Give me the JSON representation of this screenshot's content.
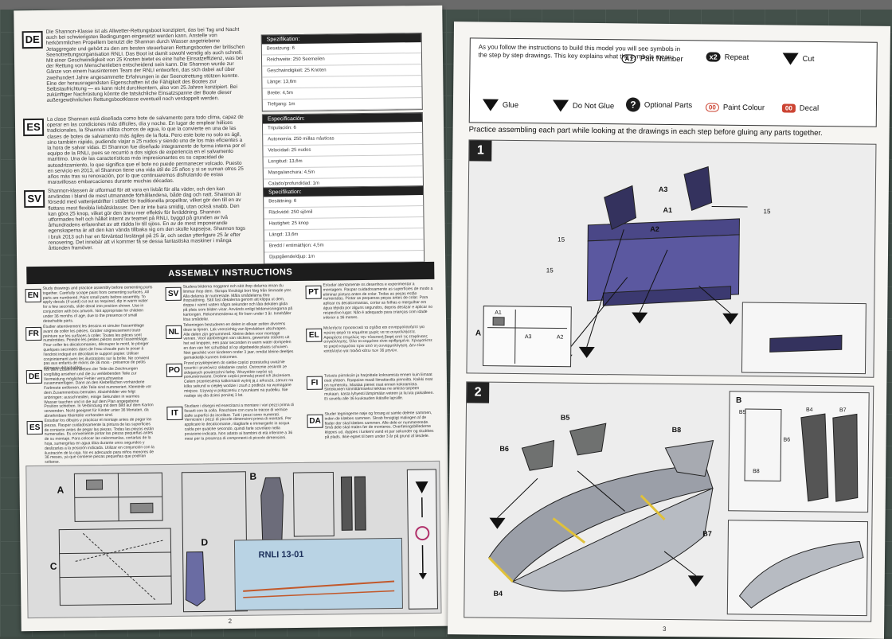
{
  "left_page": {
    "lang_blocks": [
      {
        "code": "DE",
        "text": "Die Shannon-Klasse ist als Allwetter-Rettungsboot konzipiert, das bei Tag und Nacht auch bei schwierigsten Bedingungen eingesetzt werden kann. Anstelle von herkömmlichen Propellern benutzt die Shannon durch Wasser angetriebene Jetaggregate und gehört zu den am besten steuerbaren Rettungsbooten der britischen Seenotrettungsorganisation RNLI. Das Boot ist damit sowohl wendig als auch schnell. Mit einer Geschwindigkeit von 25 Knoten bietet es eine hohe Einsatzeffizienz, was bei der Rettung von Menschenleben entscheidend sein kann. Die Shannon wurde zur Gänze von einem hausinternen Team der RNLI entworfen, das sich dabei auf über zweihundert Jahre angesammelte Erfahrungen in der Seenotrettung stützen konnte. Eine der herausragendsten Eigenschaften ist die Fähigkeit des Bootes zur Selbstaufrichtung — es kann nicht durchkentern, also von 25.Jahren konzipiert. Bei zukünftiger Nachrüstung könnte die tatsächliche Einsatzspanne der Boote dieser außergewöhnlichen Rettungsbootklasse eventuell noch verdoppelt werden."
      },
      {
        "code": "ES",
        "text": "La clase Shannon está diseñada como bote de salvamento para todo clima, capaz de operar en las condiciones más difíciles, día y noche. En lugar de emplear hélices tradicionales, la Shannon utiliza chorros de agua, lo que la convierte en una de las clases de botes de salvamento más ágiles de la flota. Pero este bote no solo es ágil, sino también rápido, pudiendo viajar a 25 nudos y siendo uno de los más eficientes a la hora de salvar vidas. El Shannon fue diseñado íntegramente de forma interna por el equipo de la RNLI, pues se recurrió a dos siglos de experiencia en el salvamento marítimo. Una de las características más impresionantes es su capacidad de autoadrizamiento, lo que significa que el bote no puede permanecer volcado. Puesto en servicio en 2013, el Shannon tiene una vida útil de 25 años y si se suman otros 25 años más tras su renovación, por lo que continuaremos disfrutando de estas maravillosas embarcaciones durante muchas décadas."
      },
      {
        "code": "SV",
        "text": "Shannon-klassen är utformad för att vara en livbåt för alla väder, och den kan användas i bland de mest utmanande förhållandena, både dag och natt. Shannon är försedd med vattenjetdrifter i stället för traditionella propellrar, vilket gör den till en av flottans mest flexibla livbåtsklasser. Den är inte bara smidig, utan också snabb. Den kan göra 25 knop, vilket gör den ännu mer effektiv för livräddning. Shannon utformades helt och hållet internt av teamet på RNLI, byggd på grunden av två århundradens erfarenhet av att rädda liv till sjöss. En av de mest imponerande egenskaperna är att den kan vända tillbaka sig om den skulle kapsejsa. Shannon togs i bruk 2013 och har en förväntad livslängd på 25 år, och sedan ytterligare 25 år efter renovering. Det innebär att vi kommer få se dessa fantastiska maskiner i många årtionden framöver."
      }
    ],
    "specs": [
      {
        "head": "Spezifikation:",
        "rows": [
          "Besatzung: 6",
          "Reichweite: 250 Seemeilen",
          "Geschwindigkeit: 25 Knoten",
          "Länge: 13,6m",
          "Breite: 4,5m",
          "Tiefgang: 1m"
        ]
      },
      {
        "head": "Especificación:",
        "rows": [
          "Tripulación: 6",
          "Autonomía: 250 millas náuticas",
          "Velocidad: 25 nudos",
          "Longitud: 13,6m",
          "Manga/anchura: 4,5m",
          "Calado/profundidad: 1m"
        ]
      },
      {
        "head": "Specifikation:",
        "rows": [
          "Besättning: 6",
          "Räckvidd: 250 sjömil",
          "Hastighet: 25 knop",
          "Längd: 13,6m",
          "Bredd / entimäthjon: 4,5m",
          "Djupgående/djup: 1m"
        ]
      }
    ],
    "assembly_title": "ASSEMBLY INSTRUCTIONS",
    "instructions": [
      {
        "code": "EN",
        "text": "Study drawings and practice assembly before cementing parts together. Carefully scrape paint from cementing surfaces. All parts are numbered. Paint small parts before assembly. To apply decals (if used) cut out as required, dip in warm water for a few seconds, slide decal into position shown. Use in conjunction with box artwork. Not appropriate for children under 36 months of age, due to the presence of small detachable parts."
      },
      {
        "code": "FR",
        "text": "Étudier attentivement les dessins et simuler l'assemblage avant de coller les pièces. Gratter soigneusement toute peinture sur les surfaces à coller. Toutes les pièces sont numérotées. Peindre les petites pièces avant l'assemblage. Pour coller les décalcomanies, découper le motif, le plonger quelques secondes dans de l'eau chaude puis le poser à l'endroit indiqué en décollant le support papier. Utiliser conjointement avec les illustrations sur la boîte. Ne convient pas aux enfants de moins de 36 mois - présence de petits éléments détachables."
      },
      {
        "code": "DE",
        "text": "Vor dem Zusammenkleben der Teile die Zeichnungen sorgfältig ansehen und die zu verklebenden Teile zur Vermeidung möglicher Fehler versuchsweise zusammenfügen. Dann an den Klebeflächen vorhandene Farbreste entfernen. Alle Teile sind nummeriert. Kleinteile vor dem Zusammenbau bemalen. Abziehbilder wie folgt anbringen: ausschneiden, einige Sekunden in warmes Wasser tauchen und in die auf dem Plan angegebene Position schieben. In Verbindung mit dem Bild auf dem Karton verwenden. Nicht geeignet für Kinder unter 36 Monaten, da abnehmbare Kleinteile vorhanden sind."
      },
      {
        "code": "ES",
        "text": "Estudiar los dibujos y practicar el montaje antes de pegar las piezas. Raspar cuidadosamente la pintura de las superficies de contacto antes de pegar las piezas. Todas las piezas están numeradas. Es conveniente pintar las piezas pequeñas antes de su montaje. Para colocar las calcomanías, cortarlas de la hoja, sumergirlas en agua tibia durante unos segundos y deslizarlas a la posición indicada. Utilizar en conjunción con la ilustración de la caja. No es adecuado para niños menores de 36 meses, ya que contiene piezas pequeñas que podrían soltarse."
      },
      {
        "code": "SV",
        "text": "Studera bilderna noggrant och sätt ihop delarna innan du limmar ihop dem. Skrapa försiktigt bort färg från limmade ytor. Alla delarna är numrerade. Måla smådelarna före ihopsättning. Sätt fast dekalerna genom att klippa ut dem, doppa i varmt vatten några sekunder och låta dekalen glida på plats som bilden visar. Används enligt bildanvisningarna på kartongen. Rekommenderas ej för barn under 3 år. Innehåller lösa smådelar."
      },
      {
        "code": "NL",
        "text": "Tekeningen bestuderen en delen in elkaar zetten alvorens deze te lijmen. Lak voorzichtig van lijmvlakken afschrapen. Alle delen zijn genummerd. Kleine delen voor montage verven. Voor aanbrengen van stickers, gewenste stickers uit het vel knippen, een paar seconden in warm water dompelen en dan van het schutblad af op afgebeelde plaats schuiven. Niet geschikt voor kinderen onder 3 jaar, omdat kleine deeltjes gemakkelijk kunnen loskomen."
      },
      {
        "code": "PO",
        "text": "Przed przyklejeniem do siebie części przestudiuj uważnie rysunki i przećwicz składanie części. Ostrożnie zeskrob ze sklejanych powierzchni farbę. Wszystkie części są ponumerowane. Drobne części pomaluj przed ich złożeniem. Celem przeniesienia kalkomanii wytnij ją z arkusza, zanurz na kilka sekund w ciepłej wodzie i zsuń z podłoża na wymagane miejsce. Używaj w połączeniu z rysunkami na pudełku. Nie nadaje się dla dzieci poniżej 3 lat."
      },
      {
        "code": "IT",
        "text": "Studiare i disegni ed esercitarsi a montare i vari pezzi prima di fissarli con la colla. Raschiare con cura le tracce di vernice dalle superfici da incollare. Tutti i pezzi sono numerati. Verniciare i pezzi di piccole dimensioni prima di montarli. Per applicare le decalcomanie, ritagliarle e immergerle in acqua calda per qualche secondo, quindi farle scivolare nella posizione indicata. Non adatto ai bambini di età inferiore a 36 mesi per la presenza di componenti di piccole dimensioni."
      },
      {
        "code": "PT",
        "text": "Estudar atentamente os desenhos e experimentar a montagem. Raspar cuidadosamente as superfícies de modo a eliminar pintura antes de colar. Todas as peças estão numeradas. Pintar as pequenas peças antes de colar. Para aplicar os decalcomanias, cortar as folhas e mergulhar em água tépida por alguns segundos, depois deslizar e aplicar no respectivo lugar. Não é adequado para crianças com idade inferior a 36 meses."
      },
      {
        "code": "EL",
        "text": "Μελετήστε προσεκτικά τα σχέδια και συναρμολογήστε για πρώτη φορά τα κομμάτια χωρίς να τα συγκολλήσετε. Αφαιρέστε επιμελώς την πλαστική βαφή από τις επιφάνειες συγκόλλησης. Όλα τα κομμάτια είναι αριθμημένα. Χρωματίστε τα μικρά κομμάτια πριν από τη συναρμολόγηση. Δεν είναι κατάλληλο για παιδιά κάτω των 36 μηνών."
      },
      {
        "code": "FI",
        "text": "Tutustu piirroksiin ja harjoittele kokoamista ennen kuin liimaat osat yhteen. Raapaise maali liimattavilta pinnoilta. Kaikki osat on numeroitu. Maalaa pienet osat ennen kokoamista. Siirtokuvien kiinnittämiseksi leikkaa ne arkista tarpeen mukaan, kasta lyhyesti lämpimään veteen ja liu'uta paikalleen. Ei sovellu alle 36 kuukauden ikäisille lapsille."
      },
      {
        "code": "DA",
        "text": "Studer tegningerne nøje og forsøg at samle delene sammen, inden de klæbes sammen. Skrab forsigtigt malingen af de flader der skal klæbes sammen. Alle dele er nummererede. Små dele skal males før de monteres. Overføringsbillederne klippes ud, dyppes i lunkent vand et par sekunder og skubbes på plads. Ikke egnet til børn under 3 år på grund af løsdele."
      }
    ],
    "sprue_labels": [
      "A",
      "B",
      "C",
      "D"
    ],
    "decal_text": "RNLI 13-01",
    "page_number": "2"
  },
  "right_page": {
    "legend_intro": "As you follow the instructions to build this model you will see symbols in the step by step drawings. This key explains what the symbols mean.",
    "legend": {
      "part_number_badge": "A1",
      "part_number": "Part Number",
      "repeat_badge": "x2",
      "repeat": "Repeat",
      "cut": "Cut",
      "glue": "Glue",
      "dont_glue": "Do Not Glue",
      "optional_parts": "Optional Parts",
      "paint_badge": "00",
      "paint_colour": "Paint Colour",
      "decal_badge": "00",
      "decal": "Decal"
    },
    "practice": "Practice assembling each part while looking at the drawings in each step before gluing any parts together.",
    "step1": {
      "num": "1",
      "labels": [
        "A3",
        "A1",
        "A2",
        "15",
        "15",
        "15"
      ],
      "sprue": "A",
      "sprue_parts": [
        "A1",
        "A3",
        "A2"
      ]
    },
    "step2": {
      "num": "2",
      "labels": [
        "B5",
        "B8",
        "B6",
        "B7",
        "B4"
      ],
      "sprue": "B",
      "sprue_parts": [
        "B5",
        "B4",
        "B7",
        "B6",
        "B8"
      ]
    },
    "page_number": "3"
  }
}
